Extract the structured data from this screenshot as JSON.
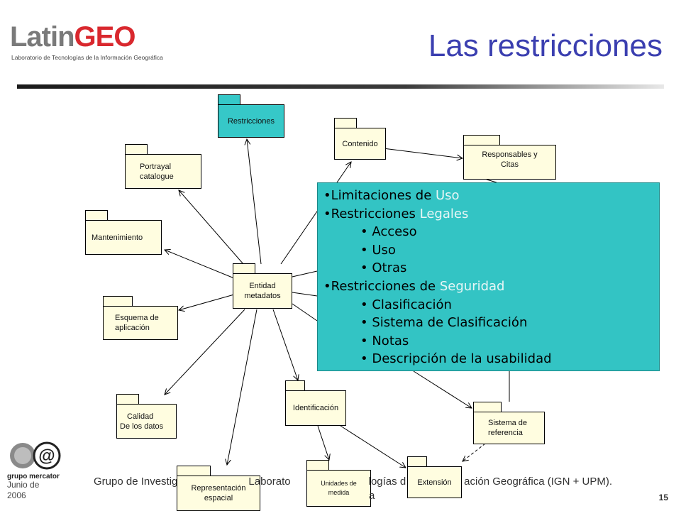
{
  "header": {
    "logo_main": "Latin",
    "logo_accent": "GEO",
    "logo_subtitle": "Laboratorio de Tecnologías de la Información Geográfica",
    "title": "Las restricciones"
  },
  "colors": {
    "title": "#3b3fb0",
    "package_fill": "#fffde0",
    "highlight_package": "#36c8c8",
    "info_box": "#33c4c4",
    "logo_accent": "#d9282e"
  },
  "diagram": {
    "packages": {
      "restricciones": "Restricciones",
      "contenido": "Contenido",
      "responsables": [
        "Responsables y",
        "Citas"
      ],
      "portrayal": [
        "Portrayal",
        "catalogue"
      ],
      "mantenimiento": "Mantenimiento",
      "entidad": [
        "Entidad",
        "metadatos"
      ],
      "esquema": [
        "Esquema de",
        "aplicación"
      ],
      "calidad": [
        "Calidad",
        "De los datos"
      ],
      "identificacion": "Identificación",
      "sistema": [
        "Sistema de",
        "referencia"
      ],
      "representacion": [
        "Representación",
        "espacial"
      ],
      "unidades": [
        "Unidades de",
        "medida"
      ],
      "extension": "Extensión"
    },
    "info_box": {
      "items": [
        {
          "level": 1,
          "text": "Limitaciones de ",
          "accent": "Uso"
        },
        {
          "level": 1,
          "text": "Restricciones ",
          "accent": "Legales"
        },
        {
          "level": 2,
          "text": "Acceso"
        },
        {
          "level": 2,
          "text": "Uso"
        },
        {
          "level": 2,
          "text": "Otras"
        },
        {
          "level": 1,
          "text": "Restricciones de ",
          "accent": "Seguridad"
        },
        {
          "level": 2,
          "text": "Clasificación"
        },
        {
          "level": 2,
          "text": "Sistema de Clasificación"
        },
        {
          "level": 2,
          "text": "Notas"
        },
        {
          "level": 2,
          "text": "Descripción de la usabilidad"
        }
      ]
    }
  },
  "footer": {
    "date_line1": "Junio de",
    "date_line2": "2006",
    "text_left": "Grupo de Investig",
    "text_mid": "Laborato",
    "text_right": "logías d",
    "text_end": "ación Geográfica (IGN + UPM).",
    "text_line2": "a",
    "page_number": "15",
    "logo_text": "grupo mercator"
  }
}
